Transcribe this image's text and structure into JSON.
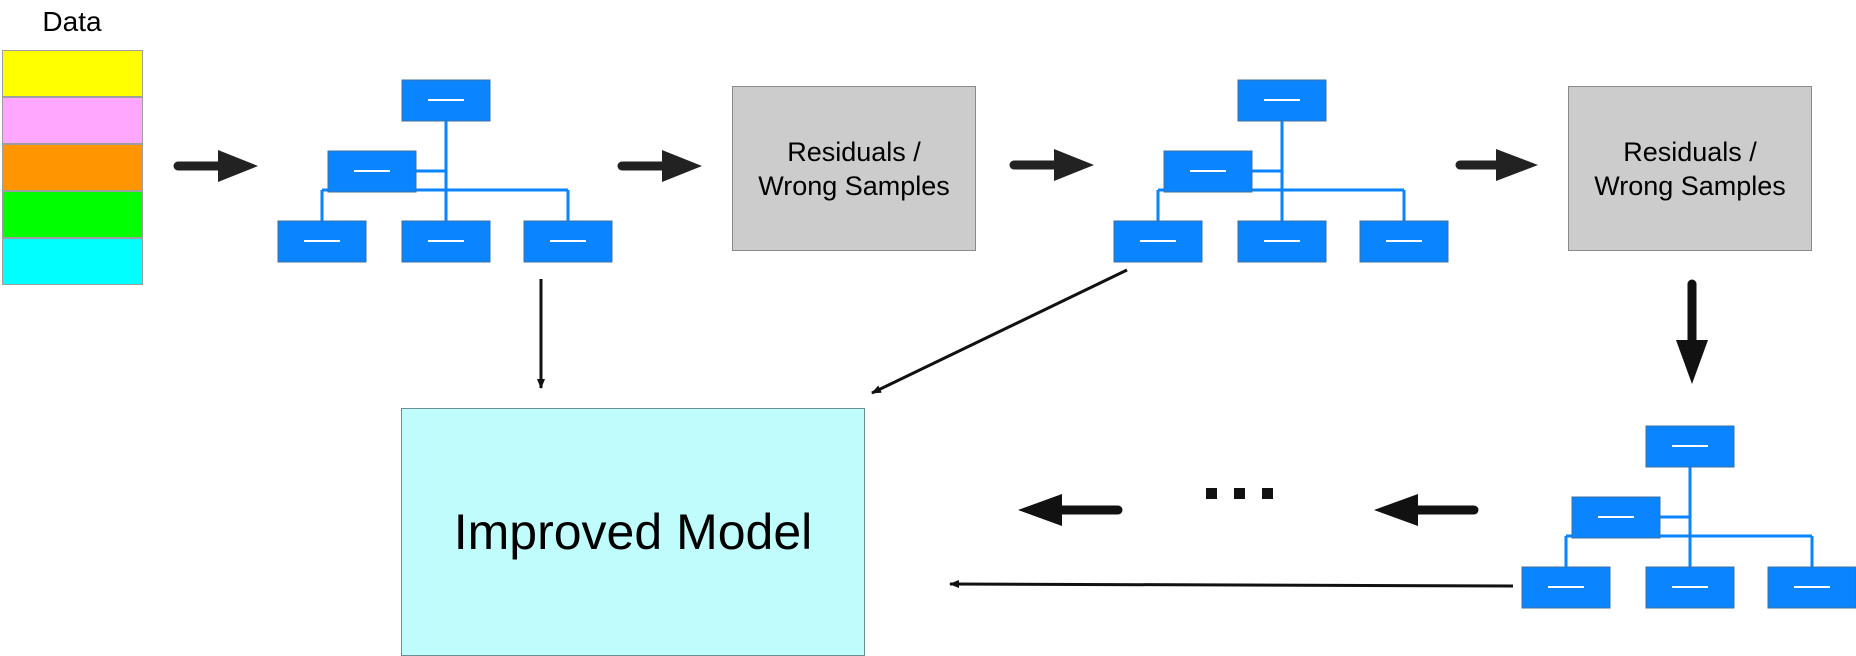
{
  "data": {
    "title": "Data",
    "blocks": [
      {
        "color": "#ffff00"
      },
      {
        "color": "#ffa6ff"
      },
      {
        "color": "#ff9500"
      },
      {
        "color": "#00ff00"
      },
      {
        "color": "#00ffff"
      }
    ]
  },
  "residuals": [
    {
      "line1": "Residuals /",
      "line2": "Wrong Samples"
    },
    {
      "line1": "Residuals /",
      "line2": "Wrong Samples"
    }
  ],
  "improved_model": {
    "label": "Improved Model"
  },
  "colors": {
    "tree_node": "#0a84ff",
    "tree_node_border": "#3f6f9f",
    "tree_line": "#0a84ff",
    "arrow": "#222222",
    "residual_fill": "#cccccc",
    "improved_fill": "#c0fcfc"
  }
}
